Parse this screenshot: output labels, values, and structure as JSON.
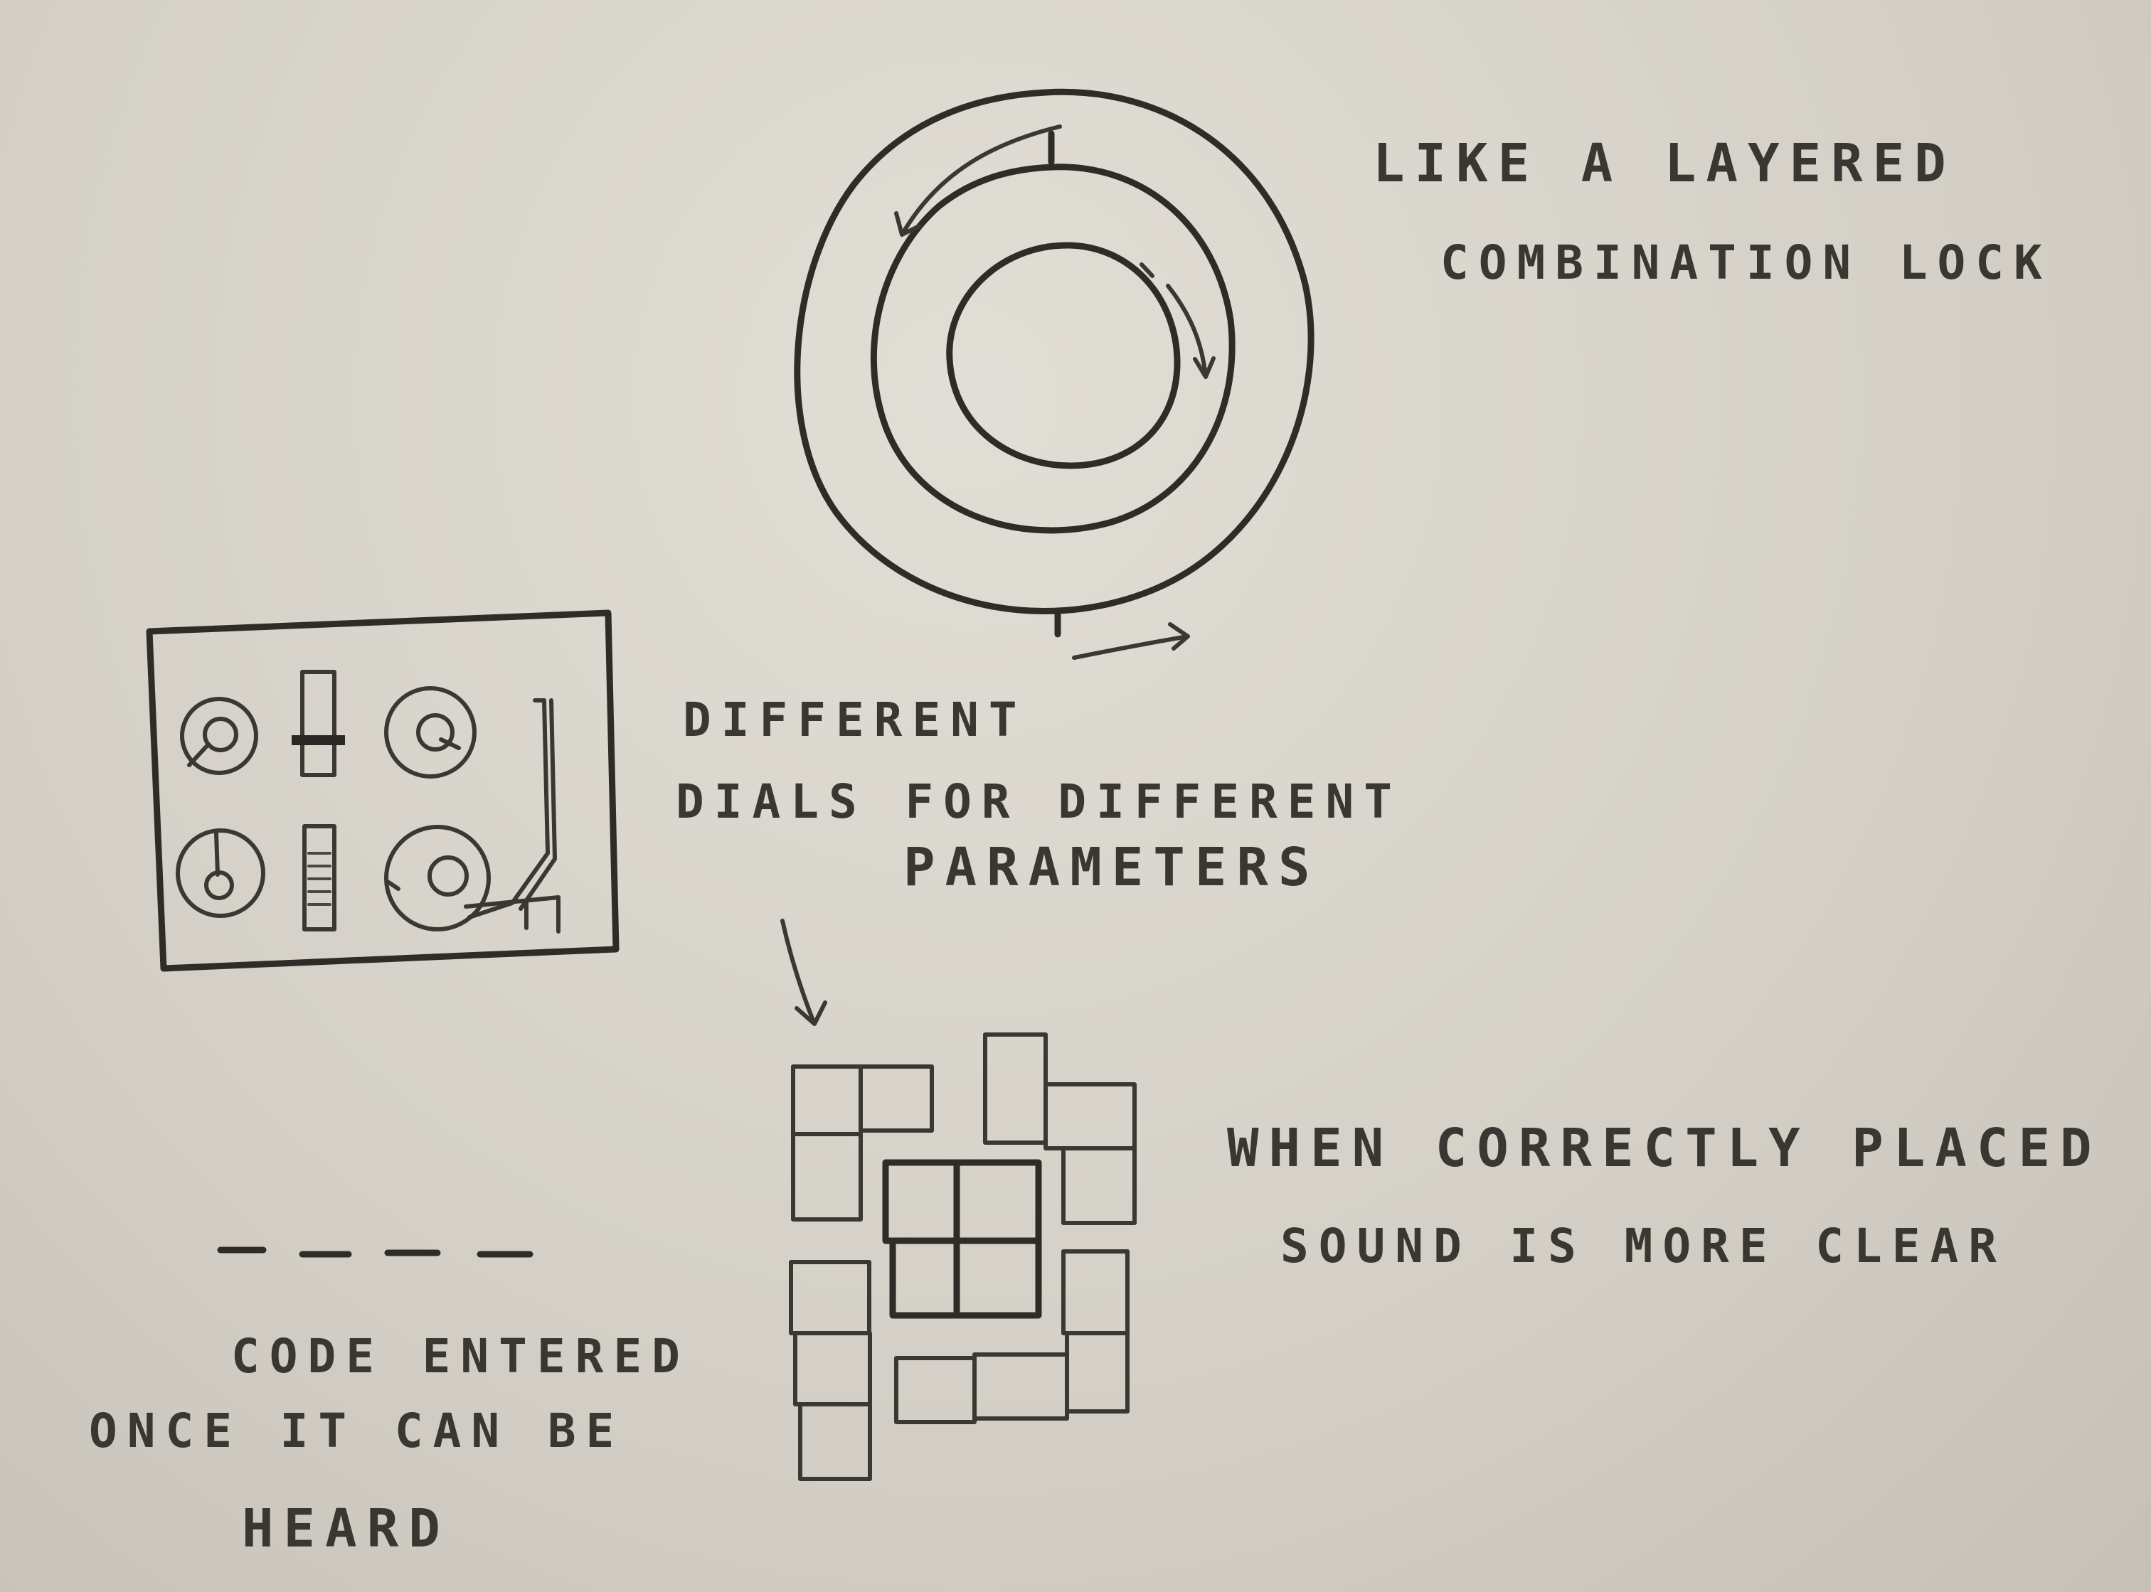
{
  "notes": {
    "combination_lock_line1": "LIKE A LAYERED",
    "combination_lock_line2": "COMBINATION LOCK",
    "dials_line1": "DIFFERENT",
    "dials_line2": "DIALS FOR DIFFERENT",
    "dials_line3": "PARAMETERS",
    "placed_line1": "WHEN CORRECTLY PLACED",
    "placed_line2": "SOUND IS MORE CLEAR",
    "code_line1": "CODE ENTERED",
    "code_line2": "ONCE IT CAN BE",
    "code_line3": "HEARD"
  },
  "code_slots": 4,
  "colors": {
    "paper": "#d8d4cc",
    "ink": "#3b3833"
  }
}
